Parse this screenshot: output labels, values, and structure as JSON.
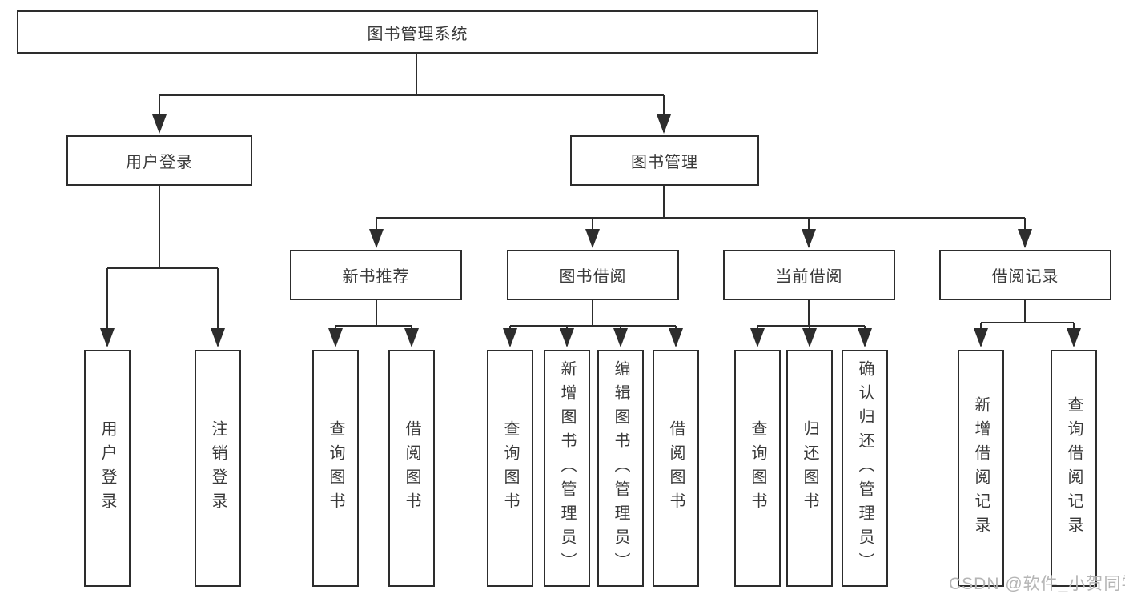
{
  "diagram": {
    "title_node": {
      "label": "图书管理系统"
    },
    "level2": [
      {
        "label": "用户登录"
      },
      {
        "label": "图书管理"
      }
    ],
    "level3": [
      {
        "label": "新书推荐",
        "parent": "图书管理"
      },
      {
        "label": "图书借阅",
        "parent": "图书管理"
      },
      {
        "label": "当前借阅",
        "parent": "图书管理"
      },
      {
        "label": "借阅记录",
        "parent": "图书管理"
      }
    ],
    "leaves": [
      {
        "label": "用户登录",
        "parent": "用户登录"
      },
      {
        "label": "注销登录",
        "parent": "用户登录"
      },
      {
        "label": "查询图书",
        "parent": "新书推荐"
      },
      {
        "label": "借阅图书",
        "parent": "新书推荐"
      },
      {
        "label": "查询图书",
        "parent": "图书借阅"
      },
      {
        "label": "新增图书（管理员）",
        "parent": "图书借阅"
      },
      {
        "label": "编辑图书（管理员）",
        "parent": "图书借阅"
      },
      {
        "label": "借阅图书",
        "parent": "图书借阅"
      },
      {
        "label": "查询图书",
        "parent": "当前借阅"
      },
      {
        "label": "归还图书",
        "parent": "当前借阅"
      },
      {
        "label": "确认归还（管理员）",
        "parent": "当前借阅"
      },
      {
        "label": "新增借阅记录",
        "parent": "借阅记录"
      },
      {
        "label": "查询借阅记录",
        "parent": "借阅记录"
      }
    ]
  },
  "watermark": {
    "text": "CSDN @软件_小贺同学"
  },
  "colors": {
    "line": "#2d2d2d",
    "box_border": "#2d2d2d",
    "box_fill": "#ffffff",
    "text": "#3a3a3a",
    "watermark": "#b5b5b5",
    "background": "#ffffff"
  }
}
